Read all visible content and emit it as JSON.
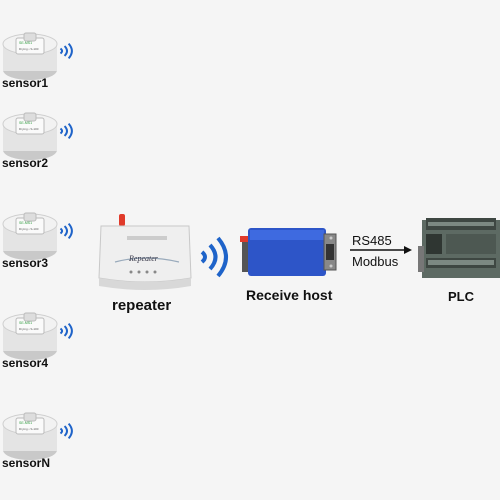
{
  "sensors": [
    {
      "label": "sensor1",
      "device_text": "SE-MS1",
      "device_subtext": "Drying • S-100"
    },
    {
      "label": "sensor2",
      "device_text": "SE-MS1",
      "device_subtext": "Drying • S-100"
    },
    {
      "label": "sensor3",
      "device_text": "SE-MS1",
      "device_subtext": "Drying • S-100"
    },
    {
      "label": "sensor4",
      "device_text": "SE-MS1",
      "device_subtext": "Drying • S-100"
    },
    {
      "label": "sensorN",
      "device_text": "SE-MS1",
      "device_subtext": "Drying • S-100"
    }
  ],
  "repeater": {
    "label": "repeater",
    "device_text": "Repeater"
  },
  "receiver": {
    "label": "Receive host"
  },
  "connection": {
    "protocol_top": "RS485",
    "protocol_bottom": "Modbus"
  },
  "plc": {
    "label": "PLC"
  },
  "colors": {
    "wave": "#1e63c9",
    "receiver_body": "#2d55c8",
    "antenna": "#e03a2a",
    "background": "#f5f5f5"
  }
}
